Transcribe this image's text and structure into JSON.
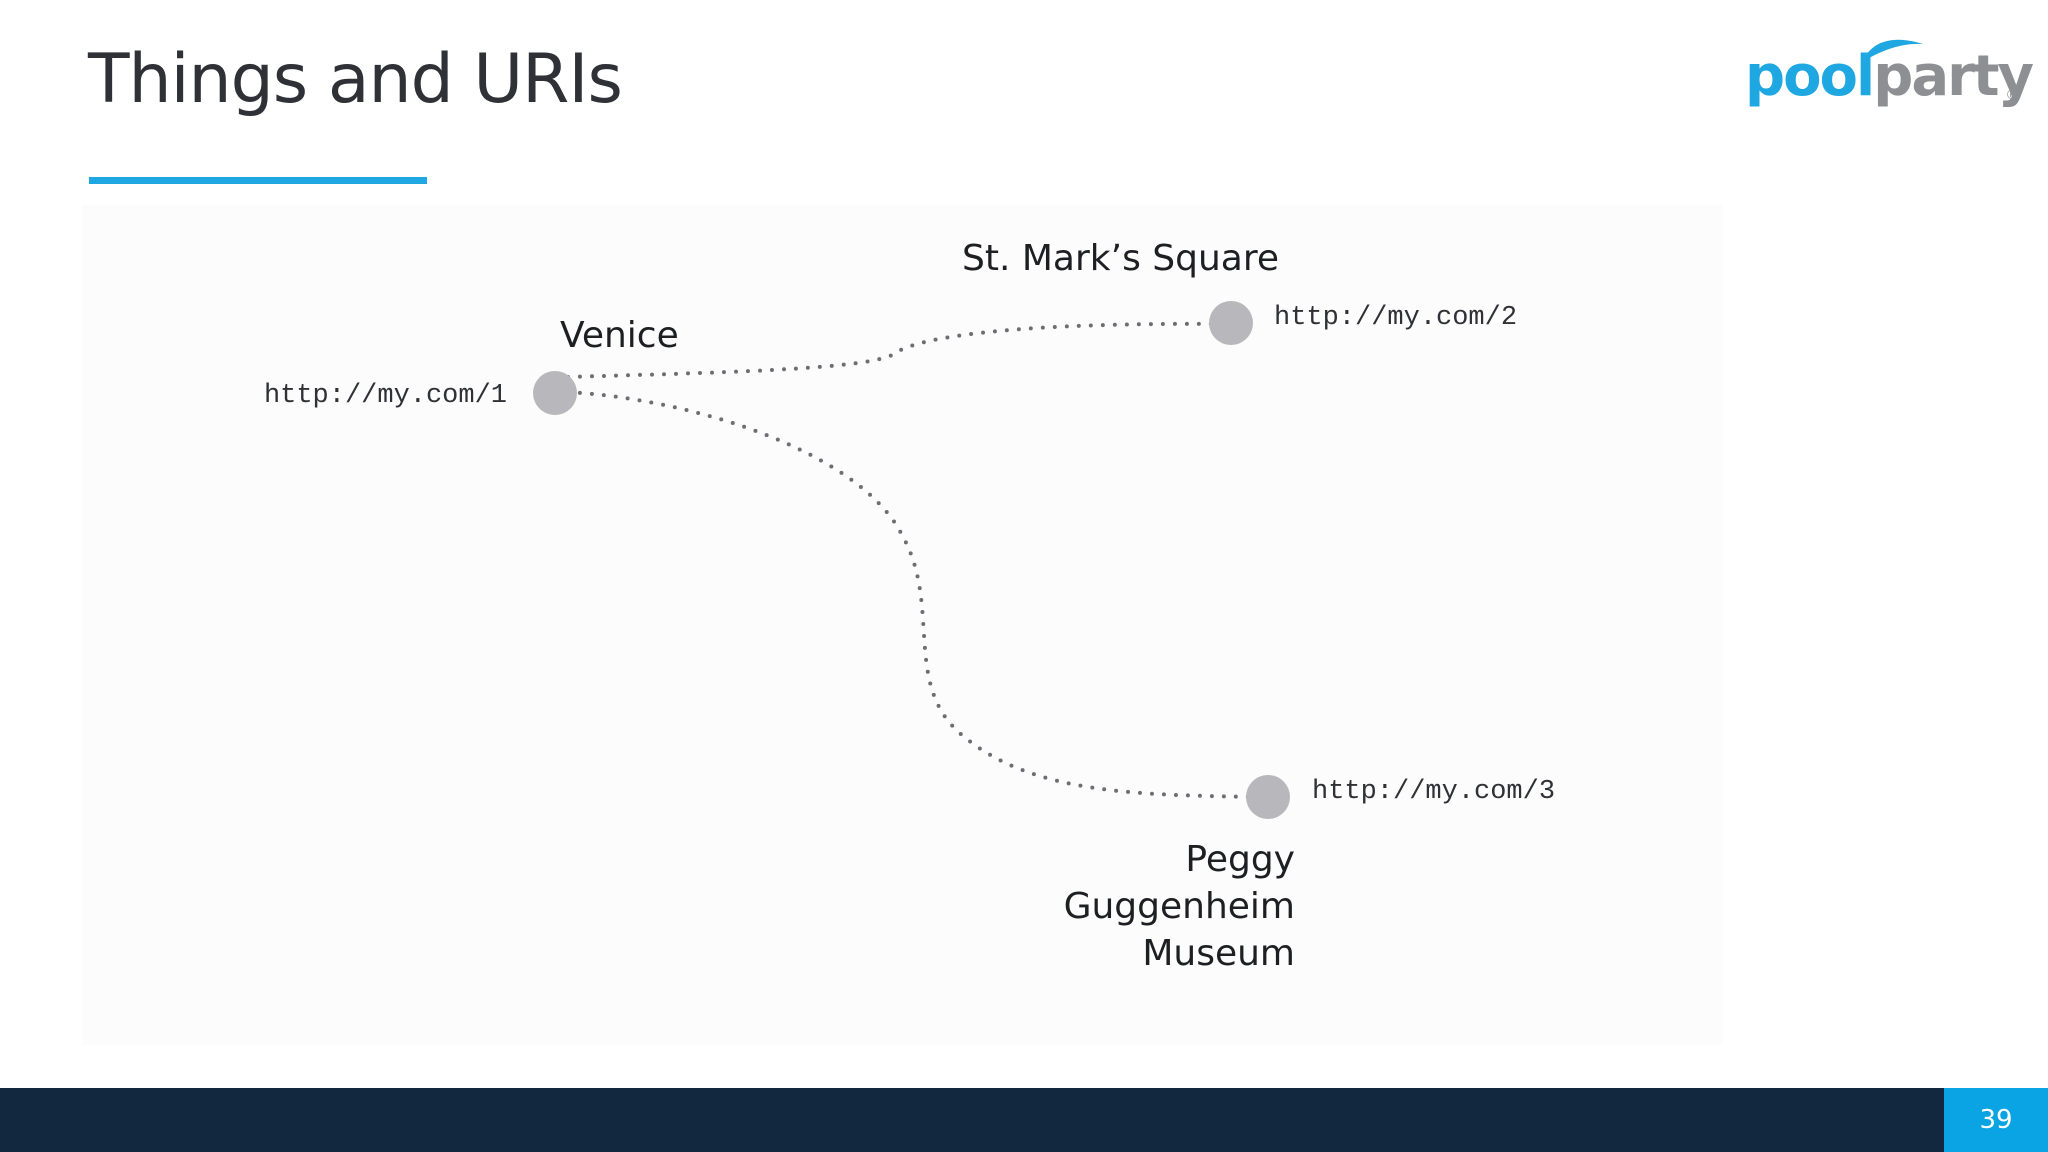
{
  "slide": {
    "title": "Things and URIs",
    "page_number": "39",
    "accent_color": "#1ea7e1",
    "footer_color": "#12283f"
  },
  "logo": {
    "part1": "pool",
    "part2": "party",
    "registered": "®"
  },
  "diagram": {
    "nodes": [
      {
        "id": "venice",
        "label": "Venice",
        "uri": "http://my.com/1"
      },
      {
        "id": "st-marks-square",
        "label": "St. Mark’s Square",
        "uri": "http://my.com/2"
      },
      {
        "id": "peggy-guggenheim",
        "label_lines": [
          "Peggy",
          "Guggenheim",
          "Museum"
        ],
        "uri": "http://my.com/3"
      }
    ],
    "edges": [
      {
        "from": "venice",
        "to": "st-marks-square",
        "style": "dotted"
      },
      {
        "from": "venice",
        "to": "peggy-guggenheim",
        "style": "dotted"
      }
    ],
    "node_color": "#b8b8bc",
    "edge_color": "#6d6e72"
  }
}
